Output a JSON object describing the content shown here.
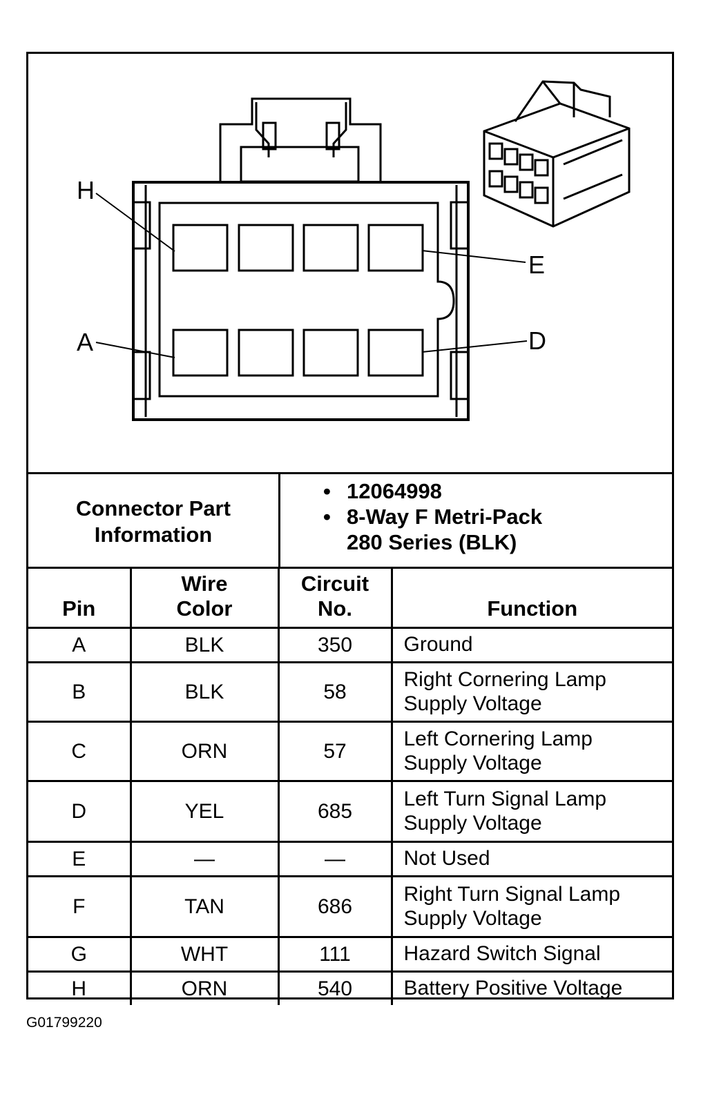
{
  "pin_labels": {
    "h": "H",
    "e": "E",
    "a": "A",
    "d": "D"
  },
  "connector_info": {
    "label_line1": "Connector Part",
    "label_line2": "Information",
    "bullet": "•",
    "part_number": "12064998",
    "description_line1": "8-Way F Metri-Pack",
    "description_line2": "280 Series (BLK)"
  },
  "table": {
    "headers": {
      "pin": "Pin",
      "wire_color_line1": "Wire",
      "wire_color_line2": "Color",
      "circuit_line1": "Circuit",
      "circuit_line2": "No.",
      "function": "Function"
    },
    "rows": [
      {
        "pin": "A",
        "wire": "BLK",
        "circuit": "350",
        "function": [
          "Ground"
        ]
      },
      {
        "pin": "B",
        "wire": "BLK",
        "circuit": "58",
        "function": [
          "Right Cornering Lamp",
          "Supply Voltage"
        ]
      },
      {
        "pin": "C",
        "wire": "ORN",
        "circuit": "57",
        "function": [
          "Left Cornering Lamp",
          "Supply Voltage"
        ]
      },
      {
        "pin": "D",
        "wire": "YEL",
        "circuit": "685",
        "function": [
          "Left Turn Signal Lamp",
          "Supply Voltage"
        ]
      },
      {
        "pin": "E",
        "wire": "—",
        "circuit": "—",
        "function": [
          "Not Used"
        ]
      },
      {
        "pin": "F",
        "wire": "TAN",
        "circuit": "686",
        "function": [
          "Right Turn Signal Lamp",
          "Supply Voltage"
        ]
      },
      {
        "pin": "G",
        "wire": "WHT",
        "circuit": "111",
        "function": [
          "Hazard Switch Signal"
        ]
      },
      {
        "pin": "H",
        "wire": "ORN",
        "circuit": "540",
        "function": [
          "Battery Positive Voltage"
        ]
      }
    ]
  },
  "figure_id": "G01799220"
}
